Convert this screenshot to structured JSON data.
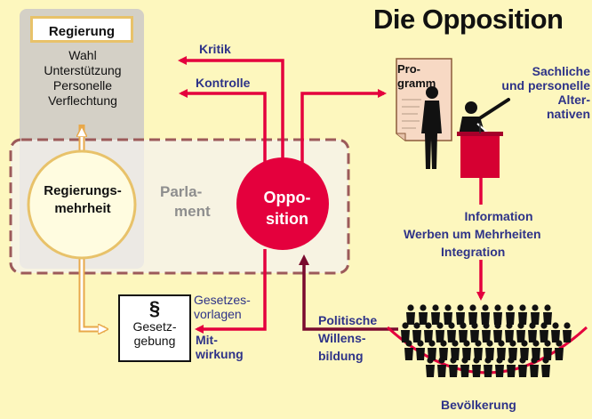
{
  "title": "Die Opposition",
  "regierung": {
    "label": "Regierung",
    "lines": [
      "Wahl",
      "Unterstützung",
      "Personelle",
      "Verflechtung"
    ]
  },
  "regierungsmehrheit": [
    "Regierungs-",
    "mehrheit"
  ],
  "parlament": [
    "Parla-",
    "ment"
  ],
  "opposition": [
    "Oppo-",
    "sition"
  ],
  "arrows": {
    "kritik": "Kritik",
    "kontrolle": "Kontrolle"
  },
  "programm": [
    "Pro-",
    "gramm"
  ],
  "alternativen": [
    "Sachliche",
    "und personelle",
    "Alter-",
    "nativen"
  ],
  "information": "Information",
  "werben": "Werben um Mehrheiten",
  "integration": "Integration",
  "gesetzesvorlagen": [
    "Gesetzes-",
    "vorlagen"
  ],
  "mitwirkung": [
    "Mit-",
    "wirkung"
  ],
  "willensbildung": [
    "Politische",
    "Willens-",
    "bildung"
  ],
  "gesetzgebung": {
    "symbol": "§",
    "label": [
      "Gesetz-",
      "gebung"
    ]
  },
  "bevoelkerung": "Bevölkerung",
  "colors": {
    "background": "#FDF7BE",
    "opposition": "#E4003D",
    "arrow_red": "#E4003D",
    "arrow_dark": "#7A0A2E",
    "text_blue": "#2E3388",
    "majority_circle": "#FFFCE0",
    "government_box": "#D4D0C6",
    "parliament_box": "#F4F2EE",
    "parliament_border": "#9C5A5A",
    "connector_orange": "#E8A84A"
  },
  "icons": [
    "speaker-figure-icon",
    "podium-icon",
    "document-icon",
    "crowd-icon",
    "person-silhouette-icon",
    "paragraph-icon"
  ]
}
